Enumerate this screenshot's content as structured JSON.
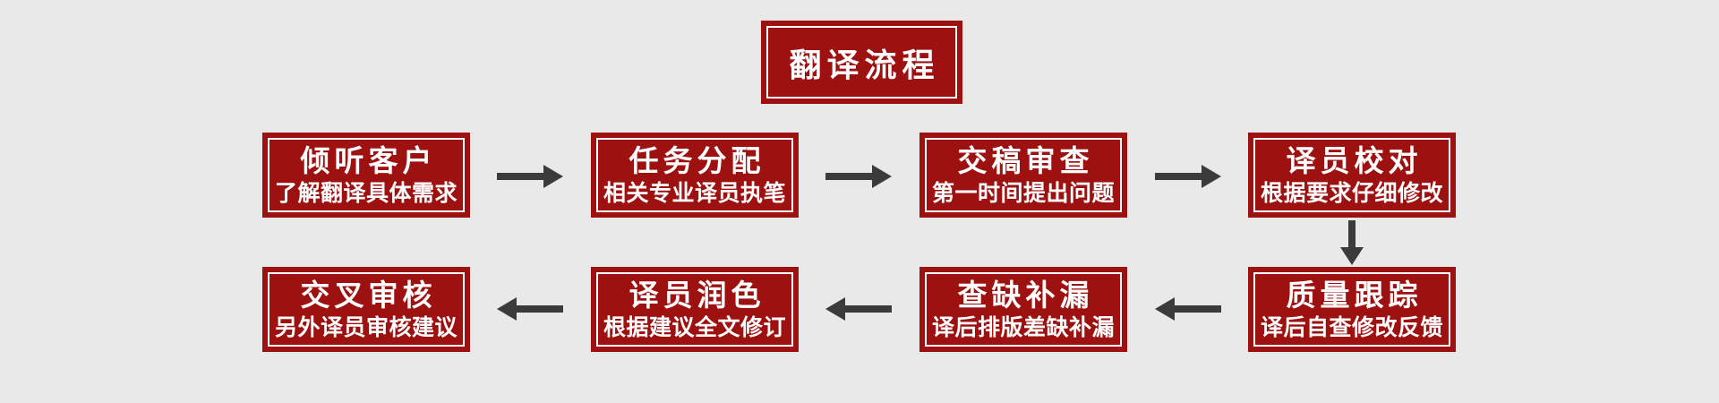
{
  "canvas": {
    "background": "#e9e9e9",
    "box_red": "#9e1111",
    "outline_white": "#ffffff",
    "arrow_gray": "#3b3b3b"
  },
  "icons": {
    "arrow_right": "→",
    "arrow_left": "←",
    "arrow_down": "↓"
  },
  "title": {
    "label": "翻译流程"
  },
  "steps": {
    "row1": [
      {
        "heading": "倾听客户",
        "subtitle": "了解翻译具体需求"
      },
      {
        "heading": "任务分配",
        "subtitle": "相关专业译员执笔"
      },
      {
        "heading": "交稿审查",
        "subtitle": "第一时间提出问题"
      },
      {
        "heading": "译员校对",
        "subtitle": "根据要求仔细修改"
      }
    ],
    "row2": [
      {
        "heading": "质量跟踪",
        "subtitle": "译后自查修改反馈"
      },
      {
        "heading": "查缺补漏",
        "subtitle": "译后排版差缺补漏"
      },
      {
        "heading": "译员润色",
        "subtitle": "根据建议全文修订"
      },
      {
        "heading": "交叉审核",
        "subtitle": "另外译员审核建议"
      }
    ]
  }
}
